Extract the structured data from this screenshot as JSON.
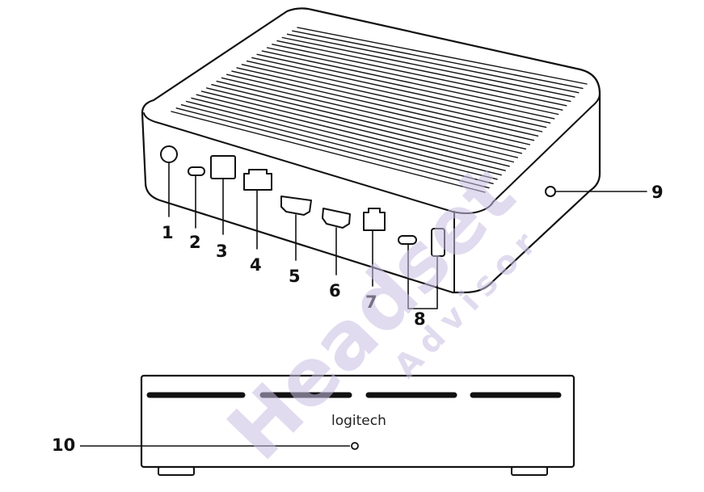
{
  "callouts": [
    "1",
    "2",
    "3",
    "4",
    "5",
    "6",
    "7",
    "8",
    "9",
    "10"
  ],
  "front_panel": {
    "brand": "logitech"
  },
  "watermark": {
    "main": "Headset",
    "sub": "Advisor",
    "color": "#c9bfe3"
  },
  "colors": {
    "line": "#111111"
  },
  "icons": [
    "power-button-icon",
    "usb-c-port-icon",
    "usb-a-port-icon",
    "ethernet-port-icon",
    "hdmi-port-icon",
    "headphone-jack-icon",
    "status-led-icon"
  ]
}
